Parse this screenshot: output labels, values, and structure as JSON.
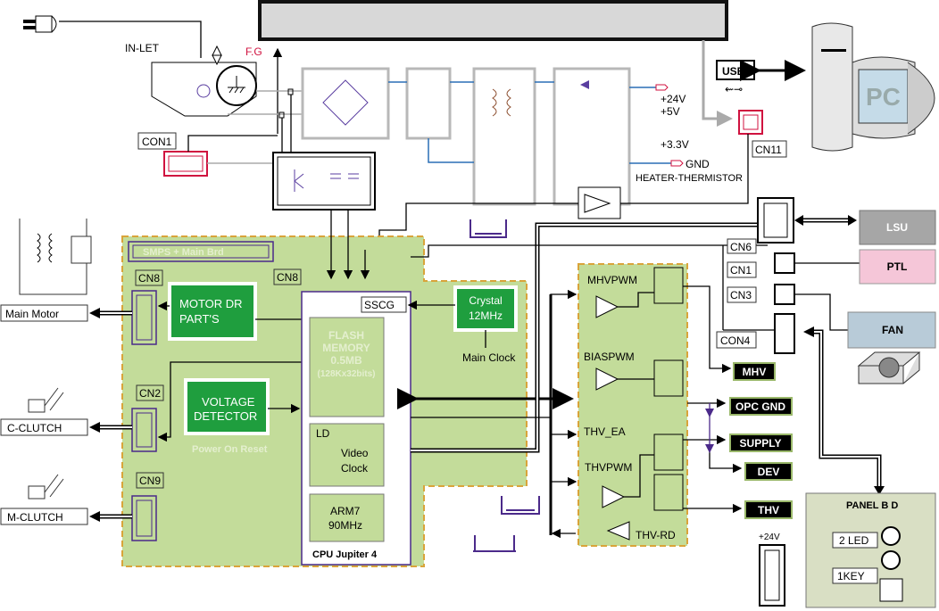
{
  "power": {
    "inlet": "IN-LET",
    "fg": "F.G",
    "con1": "CON1",
    "v24_5": [
      "+24V",
      "+5V"
    ],
    "v33": "+3.3V",
    "gnd": "GND",
    "heater": "HEATER-THERMISTOR"
  },
  "pc": {
    "usb": "USB",
    "pc": "PC",
    "cn11": "CN11"
  },
  "main_board": {
    "header": "SMPS + Main Brd",
    "cn8_left": "CN8",
    "cn8_right": "CN8",
    "cn2": "CN2",
    "cn9": "CN9",
    "motor_dr": [
      "MOTOR DR",
      "PART'S"
    ],
    "voltage_detector": [
      "VOLTAGE",
      "DETECTOR"
    ],
    "power_on_reset": "Power On Reset",
    "cpu": {
      "sscg": "SSCG",
      "flash": [
        "FLASH",
        "MEMORY",
        "0.5MB",
        "(128Kx32bits)"
      ],
      "ld": "LD",
      "video_clock": [
        "Video",
        "Clock"
      ],
      "arm": [
        "ARM7",
        "90MHz"
      ],
      "name": "CPU Jupiter 4"
    },
    "crystal": [
      "Crystal",
      "12MHz"
    ],
    "main_clock": "Main Clock"
  },
  "left": {
    "main_motor": "Main Motor",
    "c_clutch": "C-CLUTCH",
    "m_clutch": "M-CLUTCH"
  },
  "hvps": {
    "mhvpwm": "MHVPWM",
    "biaspwm": "BIASPWM",
    "thv_ea": "THV_EA",
    "thvpwm": "THVPWM",
    "thv_rd": "THV-RD",
    "outputs": [
      "MHV",
      "OPC GND",
      "SUPPLY",
      "DEV",
      "THV"
    ]
  },
  "right": {
    "cn6": "CN6",
    "cn1": "CN1",
    "cn3": "CN3",
    "con4": "CON4",
    "lsu": "LSU",
    "ptl": "PTL",
    "fan": "FAN",
    "v24": "+24V",
    "panel": {
      "title": "PANEL B D",
      "led": "2 LED",
      "key": "1KEY"
    }
  },
  "colors": {
    "board": "#c3dc9a",
    "green_block": "#1f9e3e",
    "lsu": "#a6a6a6",
    "ptl": "#f5c6d8",
    "fan": "#b8cbd8",
    "accent_red": "#d0123f"
  }
}
